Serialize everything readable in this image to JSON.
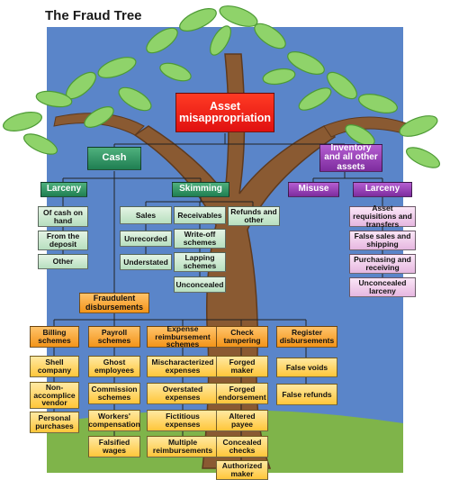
{
  "title": "The Fraud Tree",
  "colors": {
    "sky": "#5a85c9",
    "grass": "#7fb44a",
    "trunk": "#8a5a32",
    "leaf": "#8fd36a",
    "leaf_dark": "#4d9a35",
    "line": "#222222"
  },
  "nodes": {
    "asset": "Asset misappropriation",
    "cash": "Cash",
    "inventory": "Inventory and all other assets",
    "larceny_cash": "Larceny",
    "skimming": "Skimming",
    "misuse": "Misuse",
    "larceny_inv": "Larceny",
    "of_cash_on_hand": "Of cash on hand",
    "from_deposit": "From the deposit",
    "other": "Other",
    "sales": "Sales",
    "receivables": "Receivables",
    "refunds": "Refunds and other",
    "unrecorded": "Unrecorded",
    "understated": "Understated",
    "write_off": "Write-off schemes",
    "lapping": "Lapping schemes",
    "unconcealed": "Unconcealed",
    "asset_req": "Asset requisitions and transfers",
    "false_sales": "False sales and shipping",
    "purchasing": "Purchasing and receiving",
    "unconcealed_larceny": "Unconcealed larceny",
    "fraudulent": "Fraudulent disbursements",
    "billing": "Billing schemes",
    "payroll": "Payroll schemes",
    "expense": "Expense reimbursement schemes",
    "check": "Check tampering",
    "register": "Register disbursements",
    "shell": "Shell company",
    "non_accomplice": "Non-accomplice vendor",
    "personal": "Personal purchases",
    "ghost": "Ghost employees",
    "commission": "Commission schemes",
    "workers": "Workers' compensation",
    "falsified": "Falsified wages",
    "mischaracterized": "Mischaracterized expenses",
    "overstated": "Overstated expenses",
    "fictitious": "Fictitious expenses",
    "multiple": "Multiple reimbursements",
    "forged_maker": "Forged maker",
    "forged_endorsement": "Forged endorsement",
    "altered_payee": "Altered payee",
    "concealed_checks": "Concealed checks",
    "authorized_maker": "Authorized maker",
    "false_voids": "False voids",
    "false_refunds": "False refunds"
  }
}
